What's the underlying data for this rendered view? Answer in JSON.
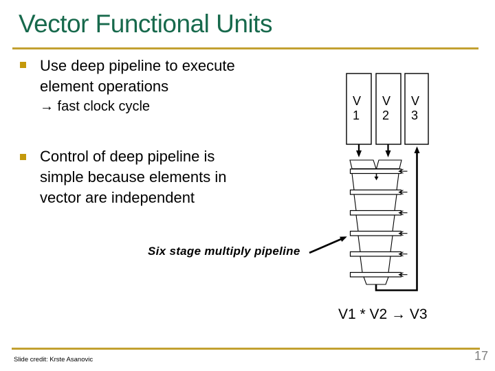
{
  "slide": {
    "title": "Vector Functional Units"
  },
  "content": {
    "bullet1": {
      "text": "Use deep pipeline to execute\nelement operations",
      "sub": "→ fast clock cycle"
    },
    "bullet2": {
      "text": "Control of deep pipeline is\nsimple because elements in\nvector are independent"
    }
  },
  "diagram": {
    "registers": [
      {
        "label": "V\n1"
      },
      {
        "label": "V\n2"
      },
      {
        "label": "V\n3"
      }
    ],
    "stage_count": 6,
    "caption": "Six stage multiply pipeline",
    "equation": "V1 * V2 → V3"
  },
  "footer": {
    "credit": "Slide credit: Krste Asanovic",
    "page_number": "17"
  },
  "colors": {
    "title_green": "#17694C",
    "gold_line": "#C2A030",
    "bullet_gold": "#C4990B",
    "page_gray": "#808080",
    "diagram_ink": "#000000"
  }
}
